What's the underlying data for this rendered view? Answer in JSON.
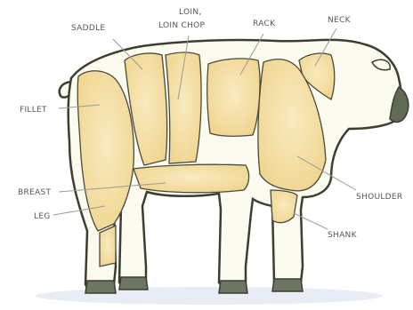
{
  "title": "",
  "cuts": [
    {
      "id": "saddle",
      "label": "SADDLE"
    },
    {
      "id": "loin",
      "label_line1": "LOIN,",
      "label_line2": "LOIN CHOP"
    },
    {
      "id": "rack",
      "label": "RACK"
    },
    {
      "id": "neck",
      "label": "NECK"
    },
    {
      "id": "fillet",
      "label": "FILLET"
    },
    {
      "id": "breast",
      "label": "BREAST"
    },
    {
      "id": "leg",
      "label": "LEG"
    },
    {
      "id": "shoulder",
      "label": "SHOULDER"
    },
    {
      "id": "shank",
      "label": "SHANK"
    }
  ],
  "colors": {
    "cut_fill": "#f1d998",
    "cut_fill_light": "#f7e7b5",
    "body_fill": "#fbfbf0",
    "outline": "#3d3d30",
    "hoof": "#6b7763",
    "nose": "#5f6b55",
    "shadow": "#e7ecf4"
  }
}
